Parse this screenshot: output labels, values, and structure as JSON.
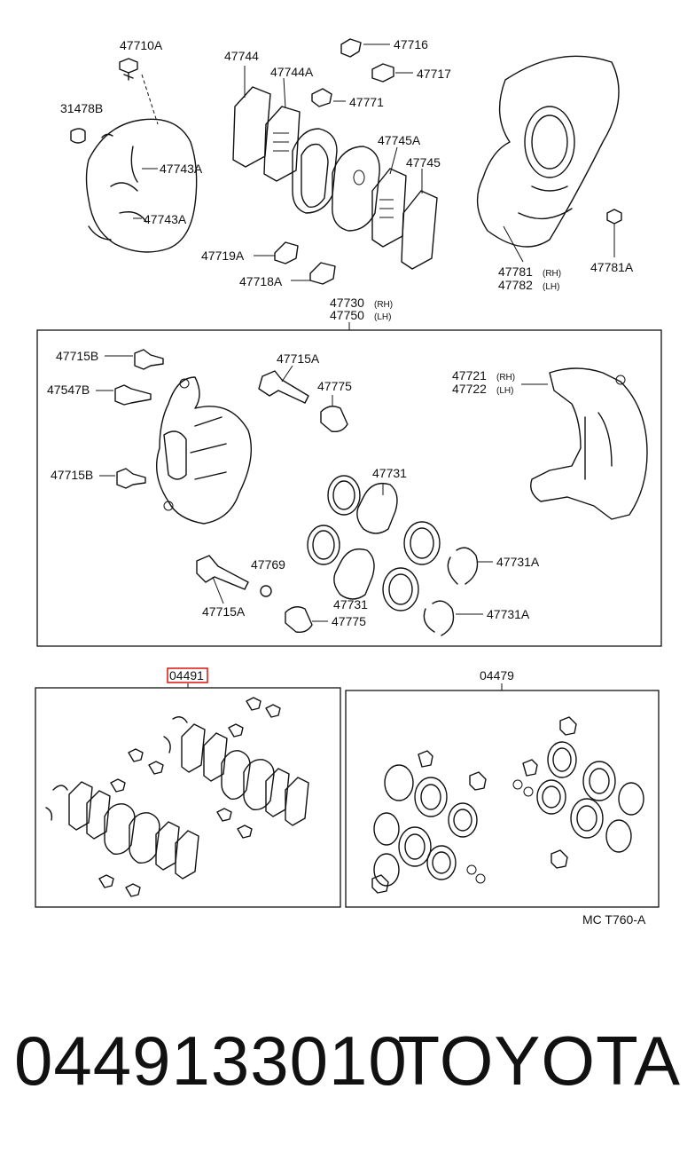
{
  "labels": {
    "p47710A": "47710A",
    "p47744": "47744",
    "p47744A": "47744A",
    "p47716": "47716",
    "p47717": "47717",
    "p31478B": "31478B",
    "p47771": "47771",
    "p47743A_1": "47743A",
    "p47743A_2": "47743A",
    "p47745A": "47745A",
    "p47745": "47745",
    "p47719A": "47719A",
    "p47718A": "47718A",
    "p47781": "47781",
    "p47781_side": "(RH)",
    "p47782": "47782",
    "p47782_side": "(LH)",
    "p47781A": "47781A",
    "p47730": "47730",
    "p47730_side": "(RH)",
    "p47750": "47750",
    "p47750_side": "(LH)",
    "p47715B_1": "47715B",
    "p47715A_top": "47715A",
    "p47547B": "47547B",
    "p47775_top": "47775",
    "p47721": "47721",
    "p47721_side": "(RH)",
    "p47722": "47722",
    "p47722_side": "(LH)",
    "p47715B_2": "47715B",
    "p47731_top": "47731",
    "p47769": "47769",
    "p47731A_1": "47731A",
    "p47731_mid": "47731",
    "p47715A_bot": "47715A",
    "p47775_bot": "47775",
    "p47731A_2": "47731A",
    "p04491": "04491",
    "p04479": "04479",
    "diagram_code": "MC  T760-A"
  },
  "footer": {
    "part_number": "0449133010",
    "brand": "TOYOTA"
  },
  "colors": {
    "highlight": "#e0201a",
    "ink": "#111111"
  }
}
